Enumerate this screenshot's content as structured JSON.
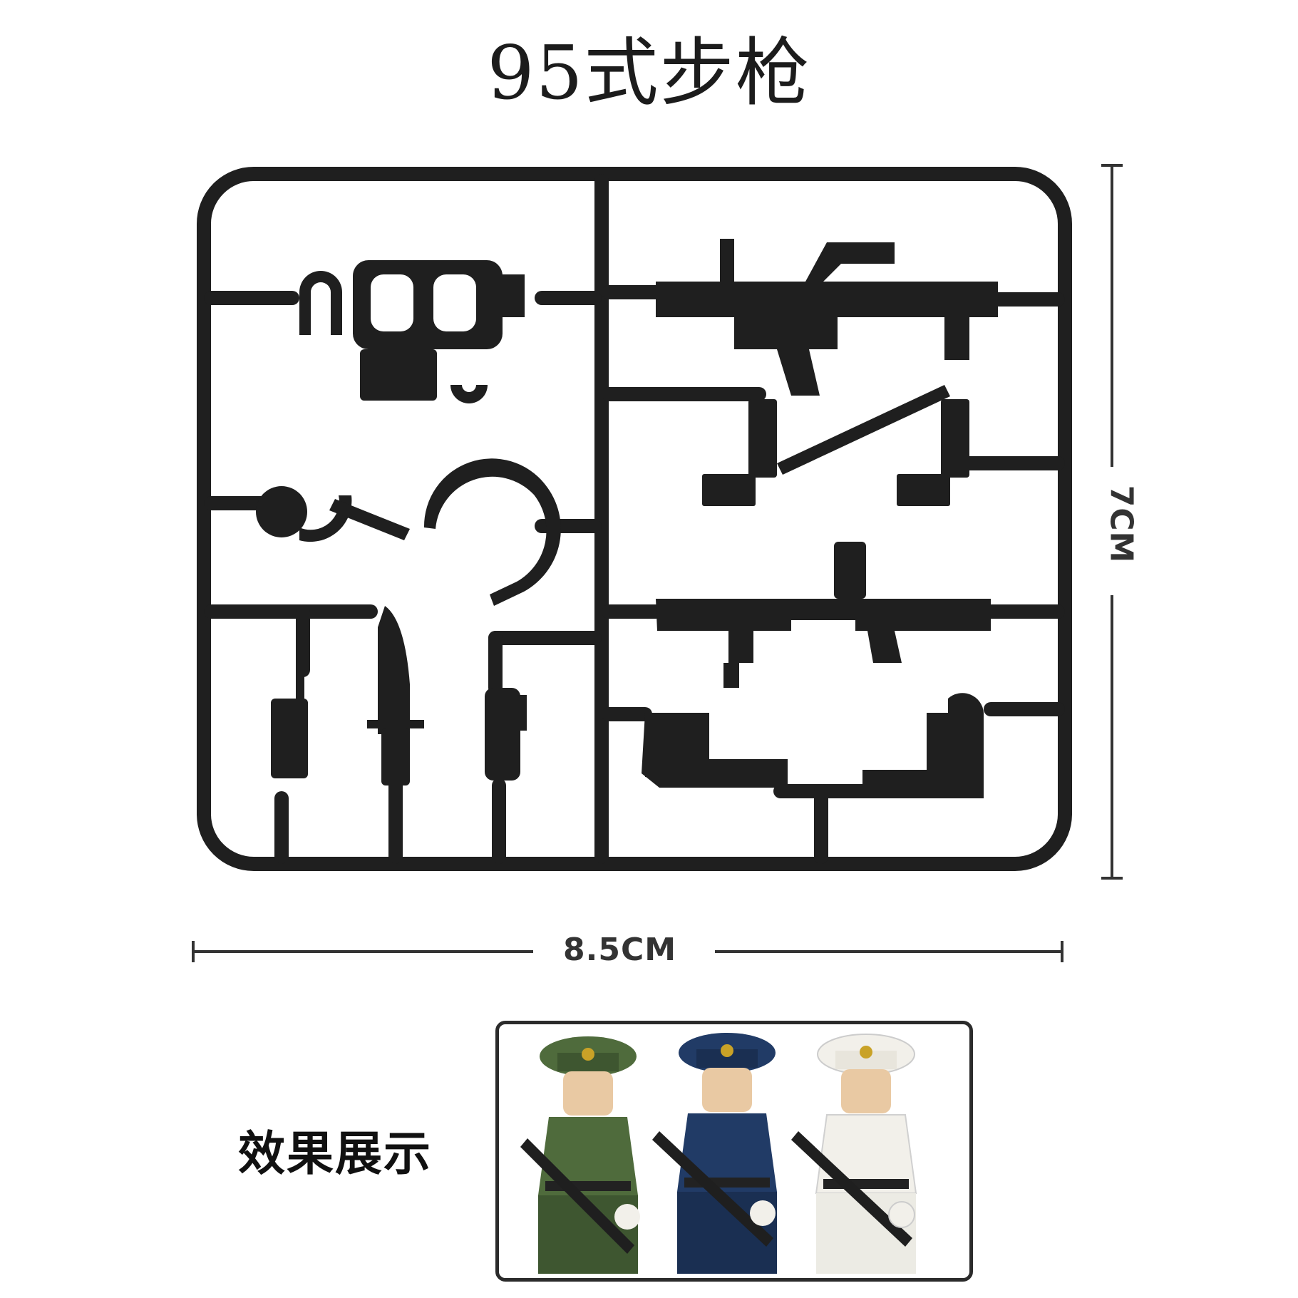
{
  "title": "95式步枪",
  "dimensions": {
    "width_label": "8.5CM",
    "height_label": "7CM"
  },
  "demo": {
    "label": "效果展示"
  },
  "colors": {
    "sprue": "#1f1f1f",
    "army_green": "#4f6b3c",
    "navy_blue": "#213b66",
    "naval_white": "#f2f0ea",
    "gold": "#c9a227",
    "skin": "#e9c9a3"
  },
  "icons": [
    "rifle-icon",
    "bayonet-icon",
    "pistol-icon",
    "knife-icon",
    "radio-icon",
    "grenade-icon",
    "headset-icon"
  ]
}
